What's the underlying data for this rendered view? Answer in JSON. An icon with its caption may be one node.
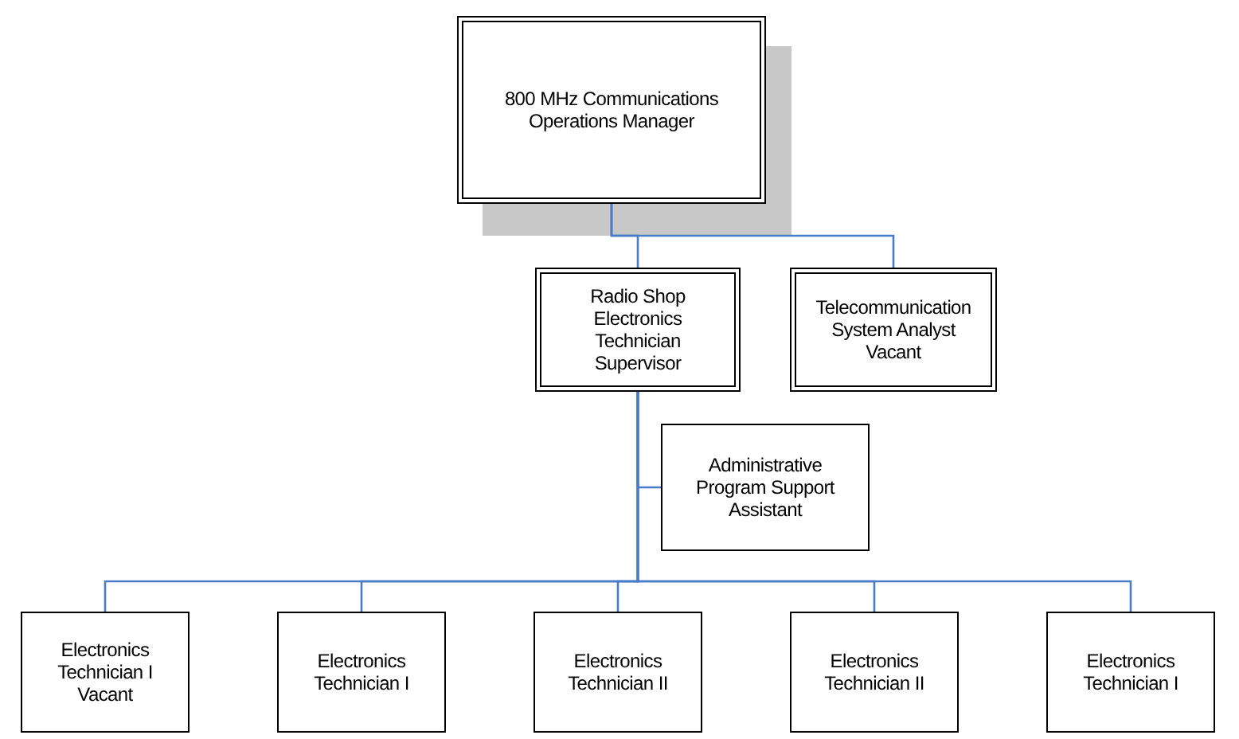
{
  "diagram": {
    "nodes": [
      {
        "text": [
          "800 MHz Communications Operations Manager"
        ]
      },
      {
        "text": [
          "Radio Shop Electronics Technician Supervisor"
        ]
      },
      {
        "text": [
          "Telecommunication System Analyst Vacant"
        ]
      },
      {
        "text": [
          "Administrative Program Support Assistant"
        ]
      },
      {
        "text": [
          "Electronics Technician I Vacant"
        ]
      },
      {
        "text": [
          "Electronics Technician I"
        ]
      },
      {
        "text": [
          "Electronics Technician II"
        ]
      },
      {
        "text": [
          "Electronics Technician II"
        ]
      },
      {
        "text": [
          "Electronics Technician I"
        ]
      }
    ],
    "edges": [
      {
        "from": 0,
        "to": 1,
        "arrow": "none"
      },
      {
        "from": 0,
        "to": 2,
        "arrow": "none"
      },
      {
        "from": 1,
        "to": 3,
        "arrow": "none"
      },
      {
        "from": 1,
        "to": 4,
        "arrow": "none"
      },
      {
        "from": 1,
        "to": 5,
        "arrow": "none"
      },
      {
        "from": 1,
        "to": 6,
        "arrow": "none"
      },
      {
        "from": 1,
        "to": 7,
        "arrow": "none"
      },
      {
        "from": 1,
        "to": 8,
        "arrow": "none"
      }
    ]
  }
}
